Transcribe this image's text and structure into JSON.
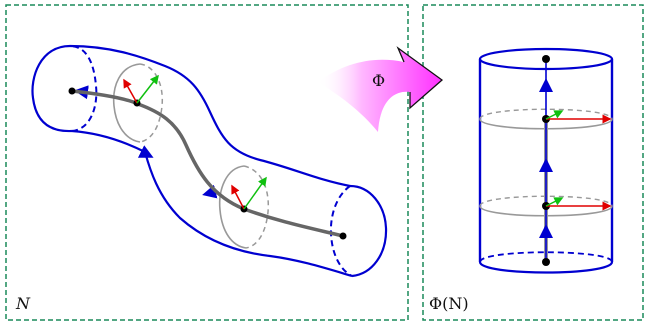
{
  "panels": {
    "left_label": "N",
    "right_label": "Φ(N)"
  },
  "map_arrow": {
    "label": "Φ"
  },
  "colors": {
    "frame": "#1a8a5a",
    "tube": "#0000d0",
    "core_curve": "#666666",
    "disk": "#999999",
    "vec_red": "#e00000",
    "vec_green": "#10c010",
    "vec_blue": "#0000d0",
    "arrow_grad_start": "#ffffff",
    "arrow_grad_end": "#ff40ff"
  }
}
